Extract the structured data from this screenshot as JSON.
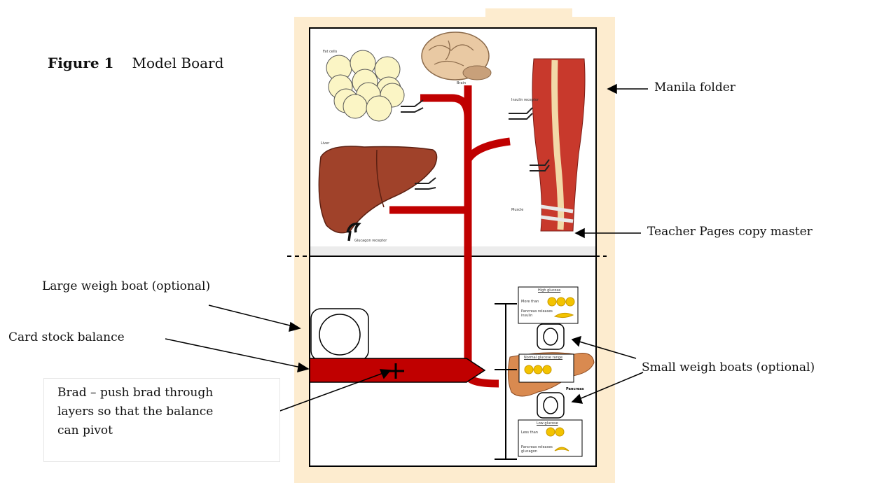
{
  "figure": {
    "number_label": "Figure 1",
    "title": "Model Board"
  },
  "callouts": {
    "manila_folder": "Manila folder",
    "teacher_pages": "Teacher Pages copy master",
    "large_weigh_boat": "Large weigh boat (optional)",
    "card_stock_balance": "Card stock balance",
    "small_weigh_boats": "Small weigh boats (optional)",
    "brad_line1": "Brad – push brad through",
    "brad_line2": "layers so that the balance",
    "brad_line3": "can pivot"
  },
  "organs": {
    "fat_cells": "Fat cells",
    "brain": "Brain",
    "liver": "Liver",
    "muscle": "Muscle",
    "insulin_receptor": "Insulin receptor",
    "glucagon_receptor": "Glucagon receptor",
    "pancreas": "Pancreas"
  },
  "cards": {
    "high_glucose": "High glucose",
    "normal_glucose": "Normal glucose range",
    "low_glucose": "Low glucose",
    "more_than": "More than",
    "less_than": "Less than",
    "pancreas_releases_insulin": "Pancreas releases insulin",
    "pancreas_releases_glucagon": "Pancreas releases glucagon"
  },
  "colors": {
    "folder": "#fdeccf",
    "vessel": "#c00000",
    "balance": "#c00000",
    "glucose": "#f3c300"
  }
}
